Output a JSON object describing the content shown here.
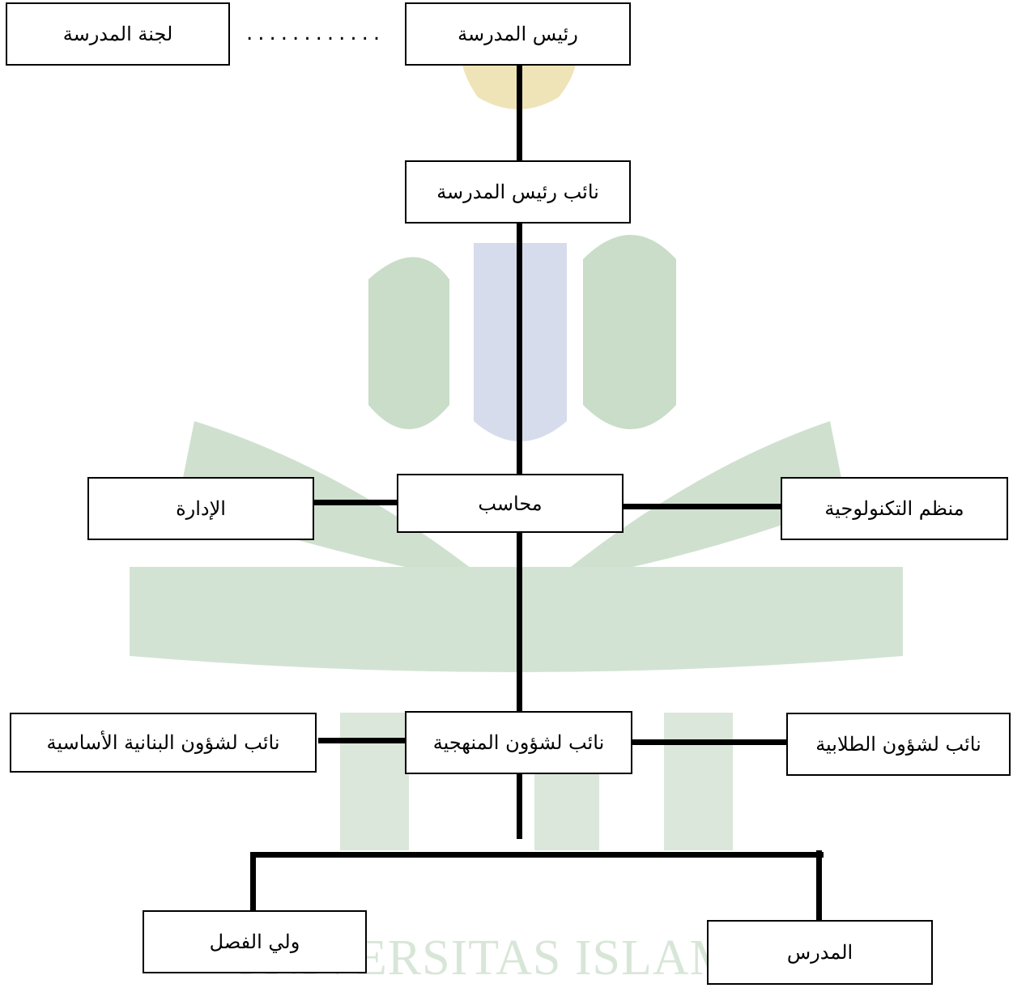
{
  "org_chart": {
    "principal": "رئيس المدرسة",
    "school_committee": "لجنة المدرسة",
    "vice_principal": "نائب رئيس المدرسة",
    "treasurer": "محاسب",
    "administration": "الإدارة",
    "technology_coordinator": "منظم التكنولوجية",
    "vice_curriculum": "نائب لشؤون المنهجية",
    "vice_infrastructure": "نائب لشؤون البنانية الأساسية",
    "vice_student_affairs": "نائب لشؤون الطلابية",
    "homeroom_teacher": "ولي الفصل",
    "teacher": "المدرس",
    "dotted_connector": "............"
  },
  "watermark": {
    "text": "UNIVERSITAS ISLAM N",
    "color": "#d8e6d8",
    "green": "#c9ddc9",
    "blue": "#d6dcec"
  }
}
